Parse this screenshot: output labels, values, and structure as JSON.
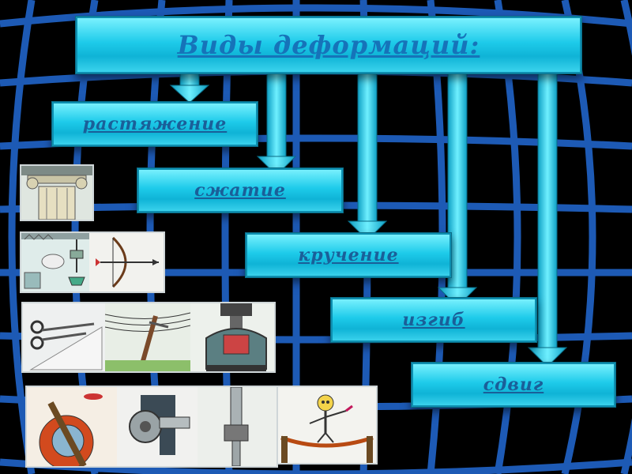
{
  "title": "Виды деформаций:",
  "types": [
    {
      "label": "растяжение"
    },
    {
      "label": "сжатие"
    },
    {
      "label": "кручение"
    },
    {
      "label": "изгиб"
    },
    {
      "label": "сдвиг"
    }
  ],
  "colors": {
    "background": "#000000",
    "grid": "#1f5fbf",
    "box": "#1ecbea",
    "arrow": "#22c7e8",
    "text": "#1a5f99"
  },
  "illustrations": [
    "column-icon",
    "cloud-icon",
    "bow-arrow-icon",
    "scissors-icon",
    "power-line-icon",
    "clamp-icon",
    "propeller-icon",
    "key-icon",
    "screwdriver-icon",
    "tightrope-walker-icon"
  ]
}
